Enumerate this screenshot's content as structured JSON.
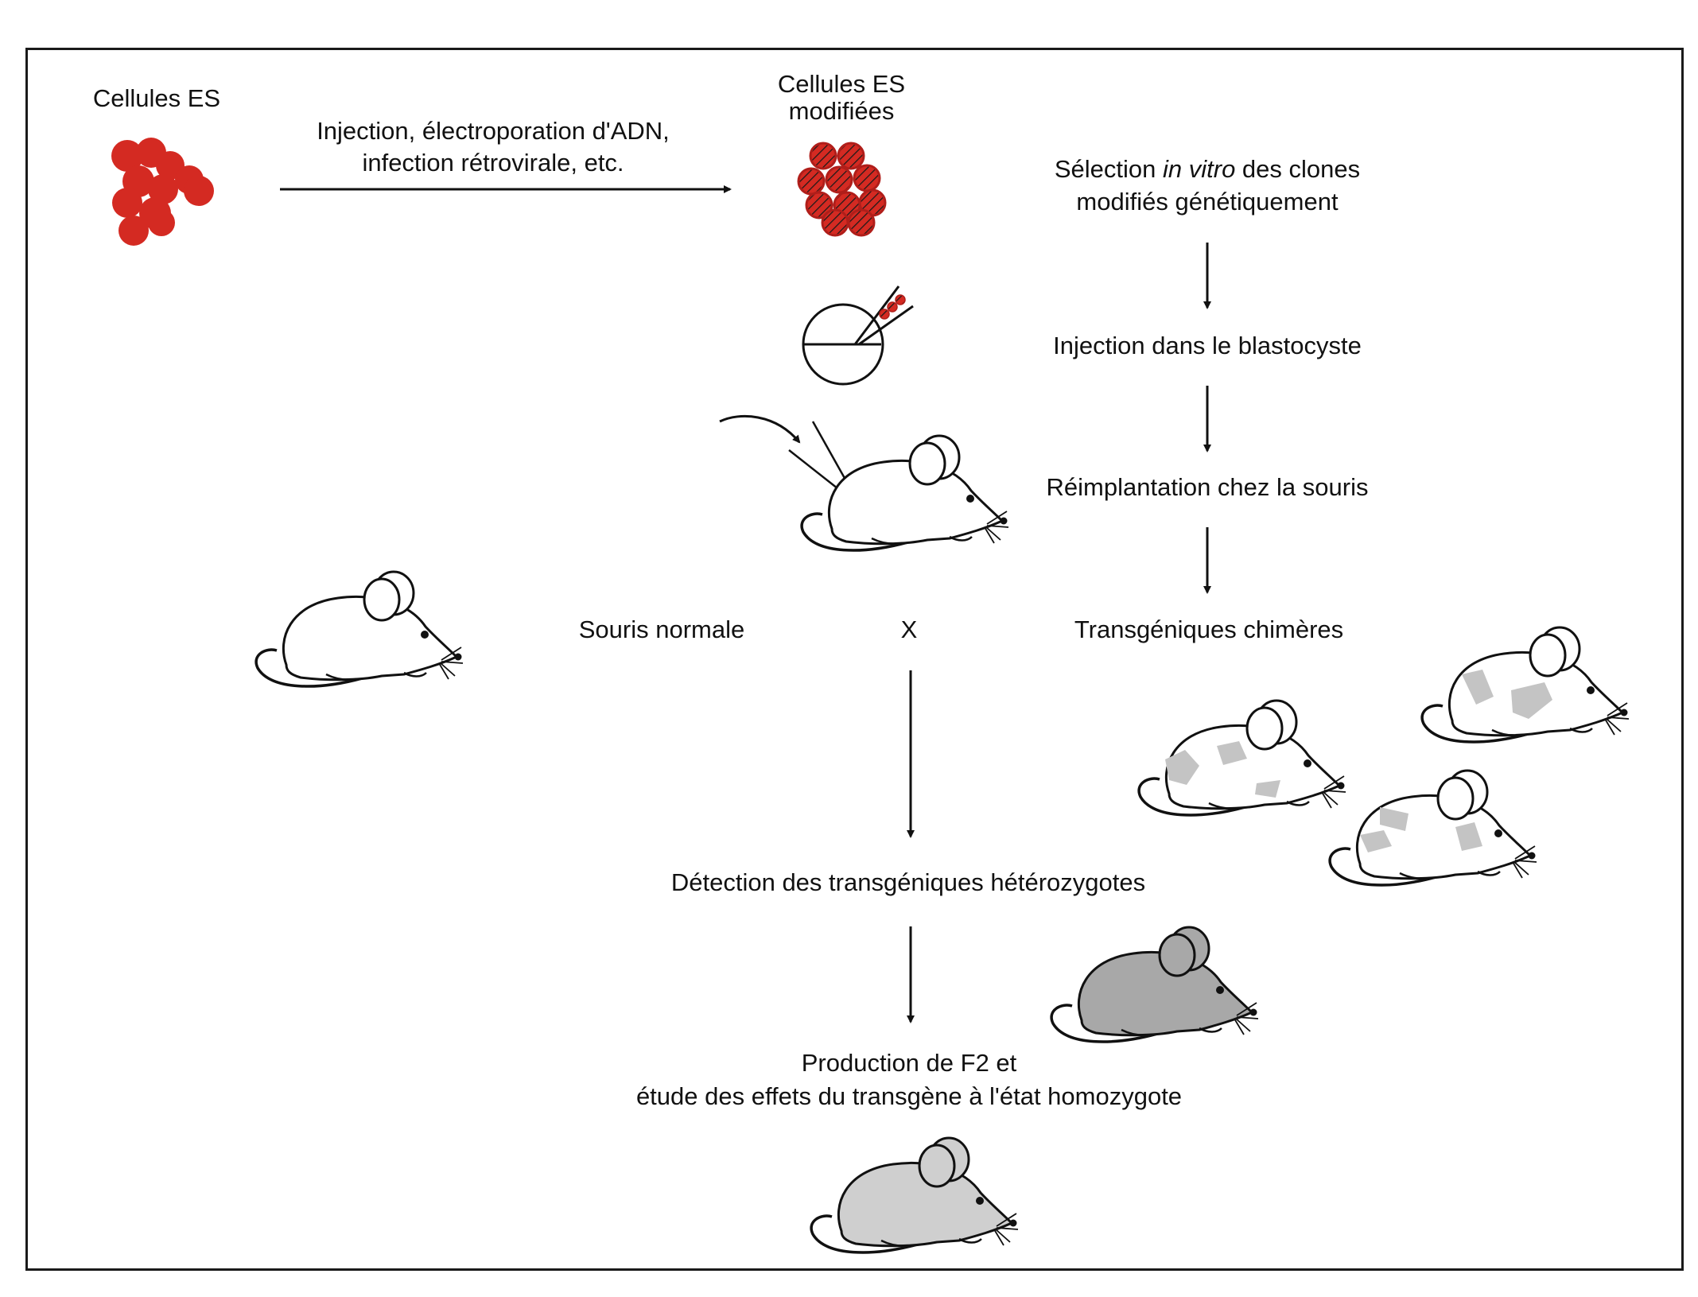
{
  "labels": {
    "es_cells": "Cellules ES",
    "transfer_methods_line1": "Injection, électroporation d'ADN,",
    "transfer_methods_line2": "infection rétrovirale, etc.",
    "modified_es_line1": "Cellules ES",
    "modified_es_line2": "modifiées",
    "selection_pre": "Sélection ",
    "selection_italic": "in vitro",
    "selection_post": " des clones",
    "selection_line2": "modifiés génétiquement",
    "injection_blastocyst": "Injection dans le blastocyste",
    "reimplantation": "Réimplantation chez la souris",
    "normal_mouse": "Souris normale",
    "cross": "X",
    "chimeric_transgenics": "Transgéniques chimères",
    "detection": "Détection des transgéniques hétérozygotes",
    "production_line1": "Production de F2 et",
    "production_line2": "étude des effets du transgène à l'état homozygote"
  },
  "colors": {
    "es_cell_red": "#d42a22",
    "grey_mouse": "#a8a8a8",
    "light_grey_mouse": "#cfcfcf",
    "patch_grey": "#c4c4c4",
    "line": "#111111"
  },
  "icons": [
    "es-cell-cluster",
    "modified-es-cell-cluster",
    "blastocyst-with-pipette",
    "mouse-icon"
  ]
}
